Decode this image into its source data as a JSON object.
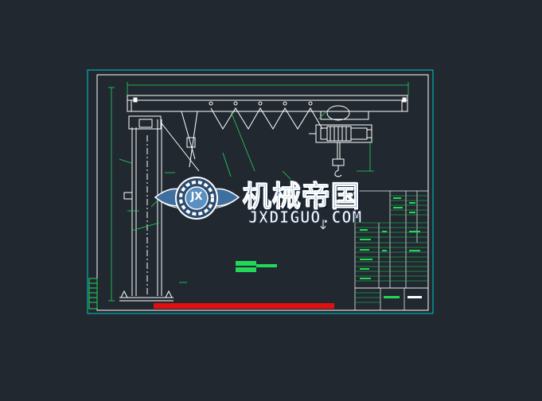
{
  "canvas": {
    "background": "#212830",
    "border_color": "#00c8c8",
    "line_color": "#ffffff",
    "dim_color": "#22d85a",
    "accent_red": "#e01010"
  },
  "watermark": {
    "cn_text": "机械帝国",
    "en_text": "JXDIGUO.COM",
    "emblem_letters": "JX"
  },
  "crane": {
    "hoist_icon": "electric-hoist-icon",
    "hook_icon": "crane-hook-icon"
  }
}
